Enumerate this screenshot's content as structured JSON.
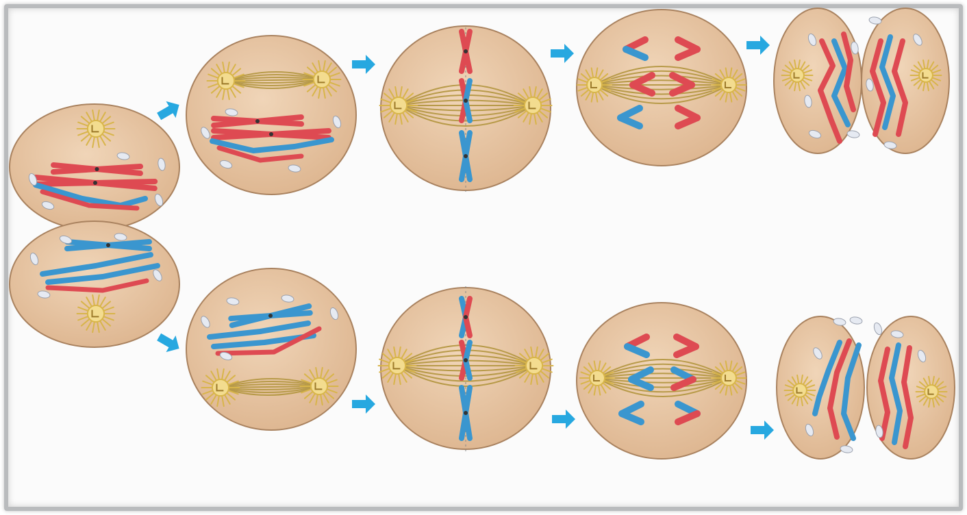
{
  "diagram": {
    "colors": {
      "background": "#fbfbfb",
      "frame": "#b9bbbd",
      "cell_fill": "#e7c6a4",
      "cell_stroke": "#a9825f",
      "spindle": "#b79a48",
      "centrosome": "#d8b54a",
      "chromatid_red": "#de4a52",
      "chromatid_blue": "#3a96cf",
      "nuclear_fragment": "#e6eaf2",
      "arrow": "#27a8e0"
    },
    "icons": [
      "arrow-right-icon",
      "centrosome-icon",
      "spindle-fiber-icon",
      "chromosome-icon"
    ],
    "rows": [
      {
        "id": "top",
        "stages": [
          "prophase",
          "metaphase",
          "anaphase",
          "telophase"
        ]
      },
      {
        "id": "bottom",
        "stages": [
          "prophase",
          "metaphase",
          "anaphase",
          "telophase"
        ]
      }
    ],
    "parent_cell": "dividing-parent-cell"
  }
}
